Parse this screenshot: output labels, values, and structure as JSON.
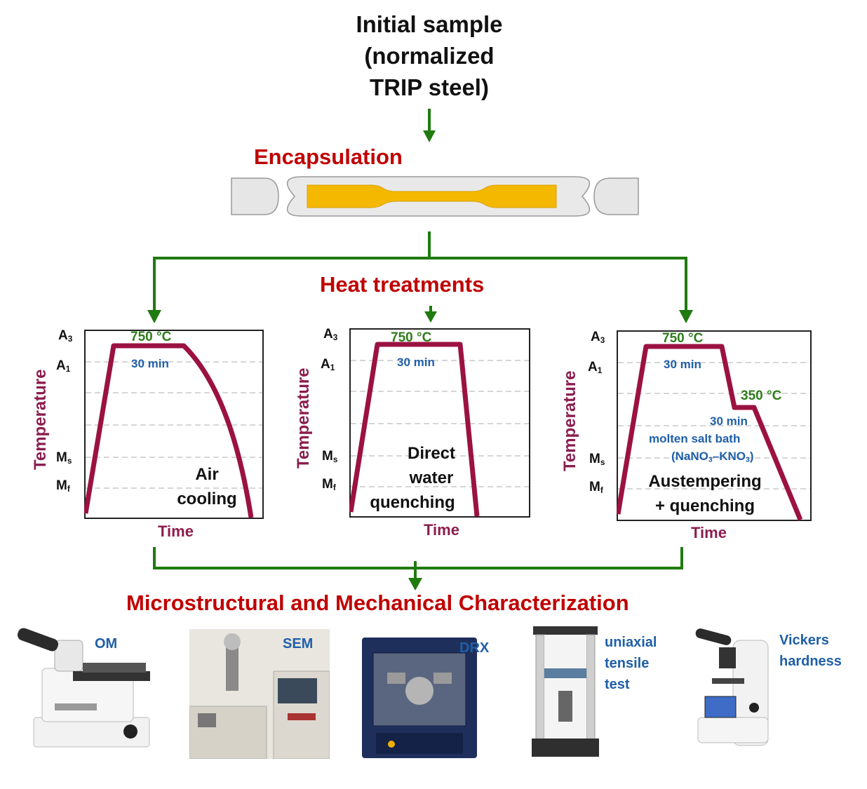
{
  "top": {
    "line1": "Initial sample",
    "line2": "(normalized",
    "line3": "TRIP steel)"
  },
  "encapsulation_label": "Encapsulation",
  "heat_label": "Heat treatments",
  "characterization_label": "Microstructural and Mechanical Characterization",
  "levels": {
    "a3": "A",
    "a3_sub": "3",
    "a1": "A",
    "a1_sub": "1",
    "ms": "M",
    "ms_sub": "s",
    "mf": "M",
    "mf_sub": "f"
  },
  "axes": {
    "y": "Temperature",
    "x": "Time"
  },
  "panels": [
    {
      "temp": "750 °C",
      "hold": "30 min",
      "process": [
        "Air",
        "cooling"
      ]
    },
    {
      "temp": "750 °C",
      "hold": "30 min",
      "process": [
        "Direct",
        "water",
        "quenching"
      ]
    },
    {
      "temp": "750 °C",
      "hold": "30 min",
      "temp2": "350 °C",
      "hold2": "30 min",
      "bath": "molten salt bath",
      "salt": "(NaNO",
      "salt_sub1": "3",
      "salt_mid": "–KNO",
      "salt_sub2": "3",
      "salt_end": ")",
      "process": [
        "Austempering",
        "+ quenching"
      ]
    }
  ],
  "instruments": [
    {
      "label": "OM"
    },
    {
      "label": "SEM"
    },
    {
      "label": "DRX"
    },
    {
      "label": "uniaxial\ntensile\ntest",
      "lines": [
        "uniaxial",
        "tensile",
        "test"
      ]
    },
    {
      "label": "Vickers\nhardness",
      "lines": [
        "Vickers",
        "hardness"
      ]
    }
  ],
  "colors": {
    "arrow": "#1f7a0f",
    "curve": "#9b1242",
    "title_red": "#c00000",
    "axis_maroon": "#8b1e4f",
    "annot_blue": "#1f5fa8",
    "temp_green": "#2e7d1a",
    "sample_orange": "#f5b800"
  }
}
